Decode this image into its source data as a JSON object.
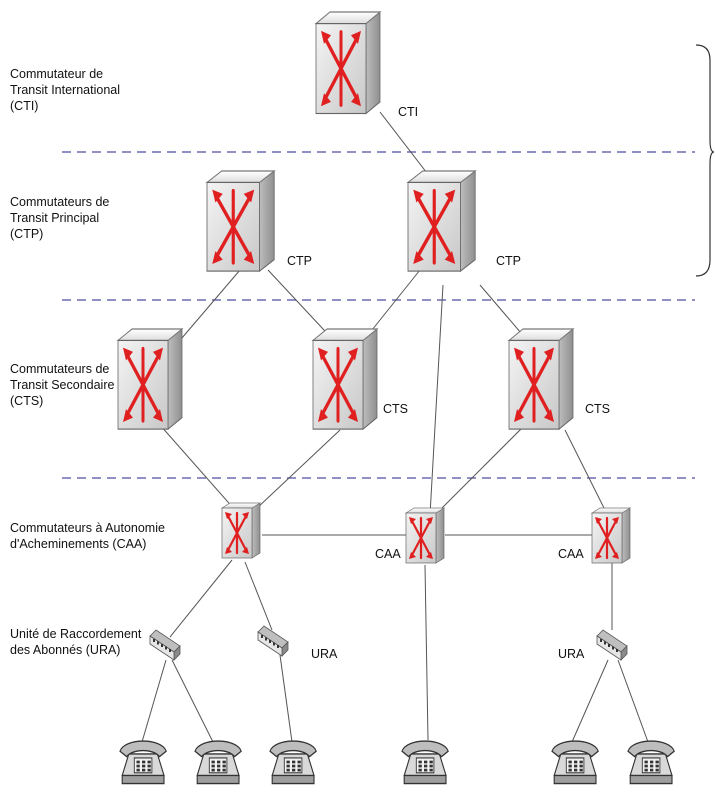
{
  "levels": {
    "cti": [
      "Commutateur de",
      "Transit International",
      "(CTI)"
    ],
    "ctp": [
      "Commutateurs de",
      "Transit Principal",
      "(CTP)"
    ],
    "cts": [
      "Commutateurs de",
      "Transit Secondaire",
      "(CTS)"
    ],
    "caa": [
      "Commutateurs à Autonomie",
      "d'Acheminements (CAA)"
    ],
    "ura": [
      "Unité de Raccordement",
      "des Abonnés (URA)"
    ]
  },
  "nodes": {
    "cti": "CTI",
    "ctp1": "CTP",
    "ctp2": "CTP",
    "cts1": "",
    "cts2": "CTS",
    "cts3": "CTS",
    "caa1": "",
    "caa2": "CAA",
    "caa3": "CAA",
    "ura1": "",
    "ura2": "URA",
    "ura3": "URA"
  },
  "colors": {
    "divider": "#6b6bb0",
    "switch_arrows": "#e02020",
    "link": "#555555"
  },
  "icons": {
    "switch": "network-switch-icon",
    "hub": "hub-icon",
    "phone": "telephone-icon"
  }
}
